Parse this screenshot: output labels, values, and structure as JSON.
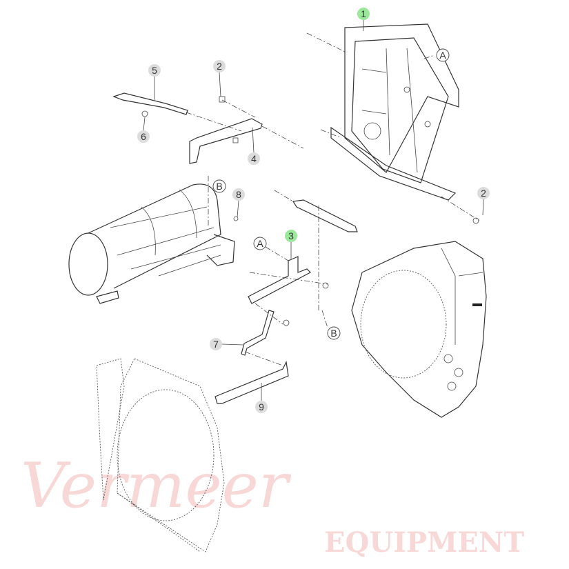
{
  "callouts": [
    {
      "id": "1",
      "highlighted": true
    },
    {
      "id": "2",
      "highlighted": false
    },
    {
      "id": "2",
      "highlighted": false
    },
    {
      "id": "3",
      "highlighted": true
    },
    {
      "id": "4",
      "highlighted": false
    },
    {
      "id": "5",
      "highlighted": false
    },
    {
      "id": "6",
      "highlighted": false
    },
    {
      "id": "7",
      "highlighted": false
    },
    {
      "id": "8",
      "highlighted": false
    },
    {
      "id": "9",
      "highlighted": false
    }
  ],
  "references": [
    "A",
    "A",
    "B",
    "B"
  ],
  "watermark": {
    "brand": "Vermeer",
    "sub": "EQUIPMENT"
  },
  "colors": {
    "highlight": "#9be89b",
    "callout": "#dcdcdc",
    "watermark": "#f4b8b8"
  }
}
